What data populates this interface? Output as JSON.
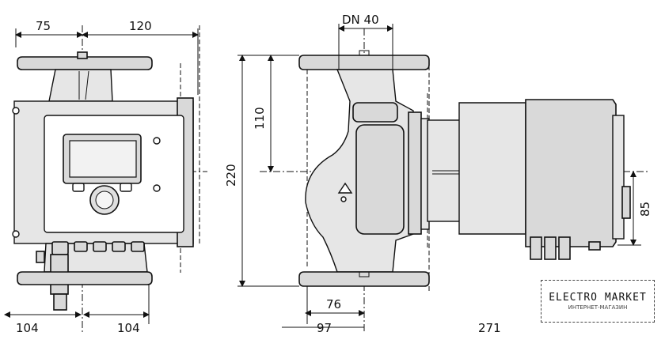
{
  "diagram": {
    "dimensions": {
      "top_left": "75",
      "top_right": "120",
      "dn": "DN 40",
      "height_total": "220",
      "height_upper": "110",
      "right_height": "85",
      "flange_offset": "76",
      "bottom_1": "104",
      "bottom_2": "104",
      "bottom_3": "97",
      "bottom_4": "271"
    }
  },
  "watermark": {
    "title": "ELECTRO MARKET",
    "subtitle": "ИНТЕРНЕТ-МАГАЗИН"
  }
}
